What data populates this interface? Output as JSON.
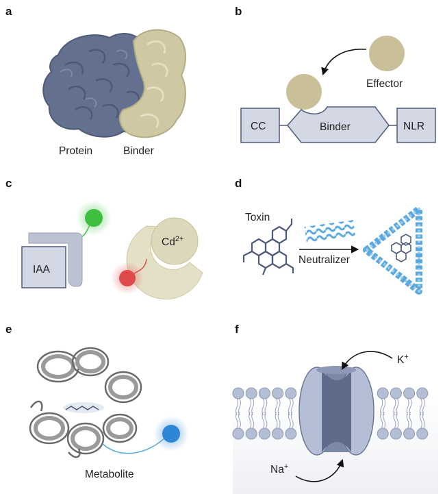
{
  "panels": {
    "a": {
      "letter": "a",
      "protein_label": "Protein",
      "binder_label": "Binder"
    },
    "b": {
      "letter": "b",
      "effector_label": "Effector",
      "cc_label": "CC",
      "binder_label": "Binder",
      "nlr_label": "NLR"
    },
    "c": {
      "letter": "c",
      "iaa_label": "IAA",
      "cd_label": "Cd",
      "cd_charge": "2+"
    },
    "d": {
      "letter": "d",
      "toxin_label": "Toxin",
      "neutralizer_label": "Neutralizer"
    },
    "e": {
      "letter": "e",
      "metabolite_label": "Metabolite"
    },
    "f": {
      "letter": "f",
      "k_label": "K",
      "k_charge": "+",
      "na_label": "Na",
      "na_charge": "+"
    }
  },
  "colors": {
    "protein": "#64708f",
    "binder": "#cfc9a3",
    "slate_box": "#d4d8e4",
    "effector": "#c9bf98",
    "green_dot": "#3fbf3f",
    "red_dot": "#e04a4a",
    "blue_dot": "#2f86d6",
    "ribbon_blue": "#5aa8e0",
    "hexagon": "#4d5a7a",
    "membrane_head": "#b4bfd6",
    "channel": "#7b88a8"
  }
}
